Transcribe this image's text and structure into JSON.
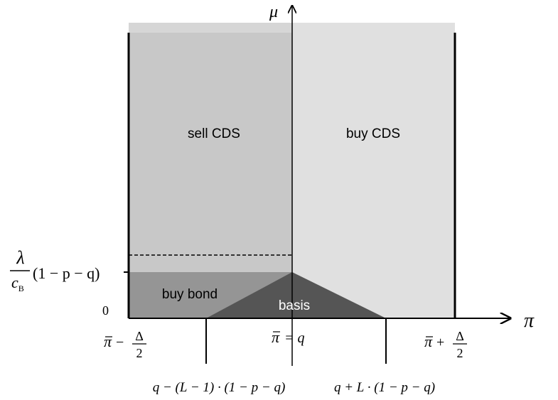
{
  "axes": {
    "y_label": "μ",
    "x_label": "π",
    "y_zero": "0"
  },
  "regions": {
    "sell_cds": "sell CDS",
    "buy_cds": "buy CDS",
    "buy_bond": "buy bond",
    "basis": "basis"
  },
  "y_threshold": {
    "fraction_num": "λ",
    "fraction_den_base": "c",
    "fraction_den_sub": "B",
    "rest": "(1 − p − q)"
  },
  "x_ticks": {
    "left_bar": "π",
    "left_rest": " − ",
    "left_num": "Δ",
    "left_den": "2",
    "center_bar": "π",
    "center_rest": " = q",
    "right_bar": "π",
    "right_rest": " + ",
    "right_num": "Δ",
    "right_den": "2",
    "lower_left": "q − (L − 1) · (1 − p − q)",
    "lower_right": "q + L · (1 − p − q)"
  },
  "colors": {
    "sell_cds_fill": "#c8c8c8",
    "buy_cds_fill": "#e0e0e0",
    "buy_bond_fill": "#959595",
    "basis_fill": "#555555",
    "top_band": "#d6d6d6",
    "axis": "#000000"
  }
}
